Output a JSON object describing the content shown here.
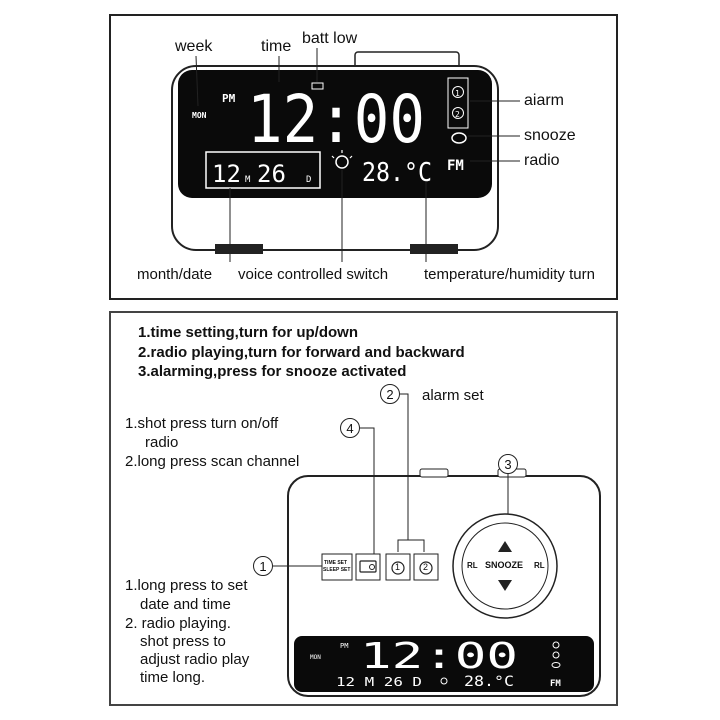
{
  "top": {
    "labels": {
      "week": "week",
      "time": "time",
      "batt_low": "batt low",
      "alarm": "aiarm",
      "snooze": "snooze",
      "radio": "radio",
      "month_date": "month/date",
      "voice": "voice controlled switch",
      "temp": "temperature/humidity turn"
    },
    "display": {
      "pm": "PM",
      "mon": "MON",
      "time": "12:00",
      "month": "12",
      "m": "M",
      "day": "26",
      "d": "D",
      "temp": "28.°C",
      "fm": "FM",
      "alarm1": "1",
      "alarm2": "2"
    }
  },
  "bottom": {
    "instructions": [
      "1.time setting,turn for up/down",
      "2.radio playing,turn for forward and backward",
      "3.alarming,press for snooze activated"
    ],
    "radio_notes": [
      "1.shot press turn on/off",
      "radio",
      "2.long press scan channel"
    ],
    "timeset_notes": [
      "1.long press to set",
      "date and time",
      "2. radio playing.",
      "shot press to",
      "adjust radio play",
      "time long."
    ],
    "alarm_set": "alarm set",
    "callouts": [
      "1",
      "2",
      "3",
      "4"
    ],
    "buttons": {
      "timeset_line1": "TIME SET",
      "timeset_line2": "SLEEP SET",
      "alarm1": "1",
      "alarm2": "2"
    },
    "knob": {
      "snooze": "SNOOZE",
      "left": "RL",
      "right": "RL"
    },
    "display": {
      "pm": "PM",
      "mon": "MON",
      "time": "12:00",
      "date": "12 M 26 D",
      "temp": "28.°C",
      "fm": "FM"
    }
  }
}
